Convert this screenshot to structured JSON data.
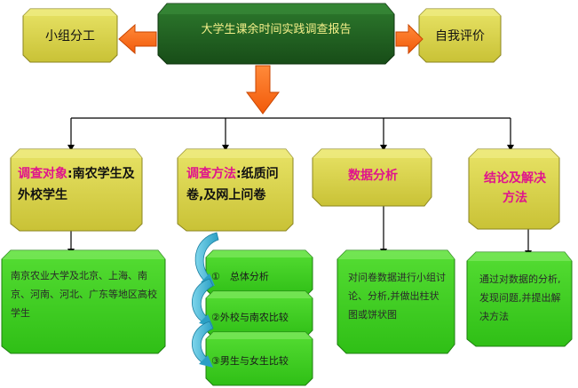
{
  "title": "大学生课余时间实践调查报告",
  "left_box": "小组分工",
  "right_box": "自我评价",
  "branches": [
    {
      "head_pink": "调查对象",
      "head_rest": ":南农学生及外校学生",
      "detail": "南京农业大学及北京、上海、南京、河南、河北、广东等地区高校学生"
    },
    {
      "head_pink": "调查方法",
      "head_rest": ":纸质问卷,及网上问卷",
      "methods": [
        "①　总体分析",
        "②外校与南农比较",
        "③男生与女生比较"
      ]
    },
    {
      "head_pink": "数据分析",
      "head_rest": "",
      "detail": "对问卷数据进行小组讨论、分析,并做出柱状图或饼状图"
    },
    {
      "head_pink": "结论及解决方法",
      "head_rest": "",
      "detail": "通过对数据的分析,发现问题,并提出解决方法"
    }
  ],
  "colors": {
    "title_fill": "#1f5c1f",
    "yellow_fill": "#d9d24a",
    "green_fill": "#3ccc1e",
    "arrow_orange": "#ff6a1a",
    "arrow_cyan": "#39b4d6",
    "pink_text": "#e0148c"
  }
}
